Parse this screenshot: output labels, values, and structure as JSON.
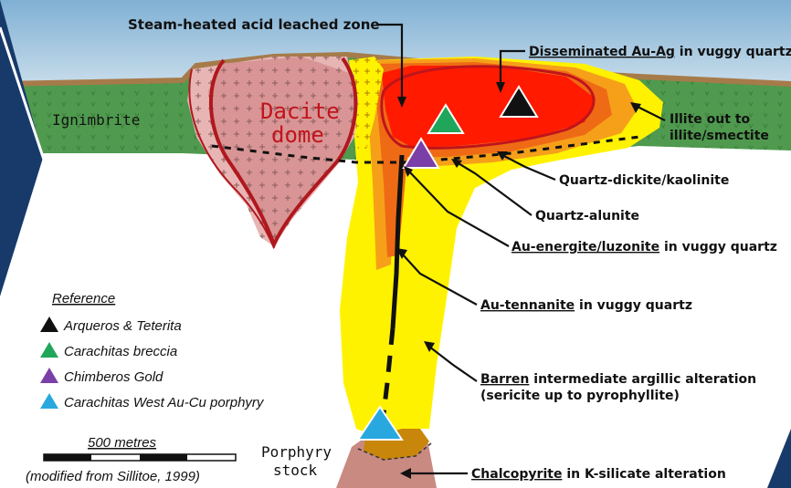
{
  "labels": {
    "steam_heated": "Steam-heated acid leached zone",
    "disseminated_u": "Disseminated Au-Ag",
    "disseminated_rest": " in vuggy quartz",
    "illite_1": "Illite out to",
    "illite_2": "illite/smectite",
    "quartz_dickite": "Quartz-dickite/kaolinite",
    "quartz_alunite": "Quartz-alunite",
    "au_energite_u": "Au-energite/luzonite",
    "au_energite_rest": " in vuggy quartz",
    "au_tennanite_u": "Au-tennanite",
    "au_tennanite_rest": " in vuggy quartz",
    "barren_u": "Barren",
    "barren_rest": " intermediate argillic alteration",
    "barren_2": "(sericite up to pyrophyllite)",
    "chalcopyrite_u": "Chalcopyrite",
    "chalcopyrite_rest": " in K-silicate alteration",
    "ignimbrite": "Ignimbrite",
    "dacite_1": "Dacite",
    "dacite_2": "dome",
    "porphyry_1": "Porphyry",
    "porphyry_2": "stock"
  },
  "reference": {
    "title": "Reference",
    "items": [
      {
        "label": "Arqueros & Teterita",
        "color": "#111111"
      },
      {
        "label": "Carachitas breccia",
        "color": "#1fa65a"
      },
      {
        "label": "Chimberos Gold",
        "color": "#7b3fa8"
      },
      {
        "label": "Carachitas West Au-Cu porphyry",
        "color": "#29a8e0"
      }
    ]
  },
  "scale": {
    "label": "500 metres"
  },
  "citation": "(modified from Sillitoe, 1999)",
  "colors": {
    "sky": "#9ec3dd",
    "navy": "#173a6b",
    "ignimbrite": "#4f9a4e",
    "surface": "#b08a55",
    "dacite": "#e8b5b5",
    "yellow": "#fff200",
    "orange": "#f6a01a",
    "dark_orange": "#ef6a14",
    "red": "#ff1a00",
    "stock": "#c98a82"
  }
}
